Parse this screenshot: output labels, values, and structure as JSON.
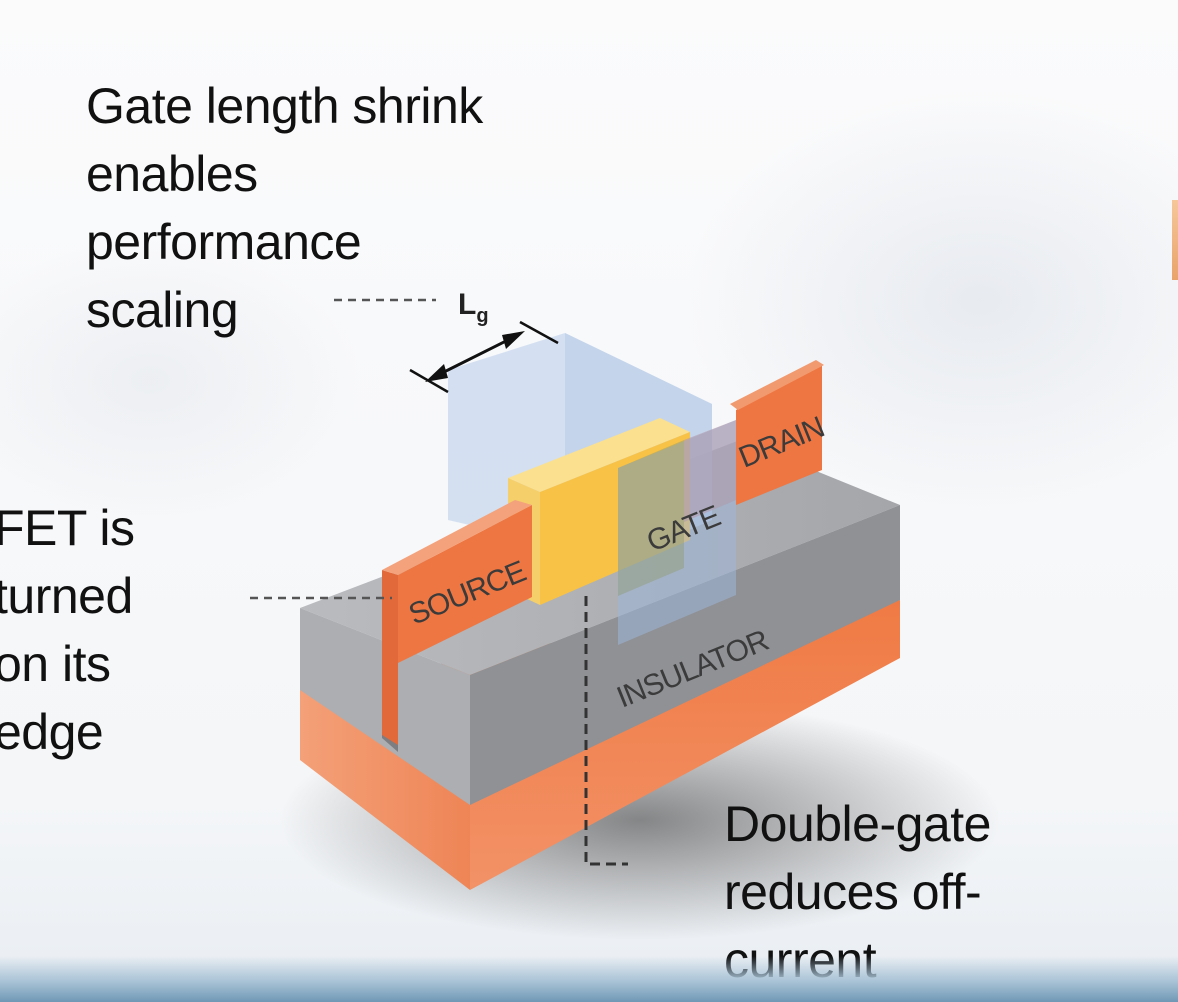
{
  "captions": {
    "gate_length": [
      "Gate length shrink",
      "enables",
      "performance",
      "scaling"
    ],
    "finfet": [
      "FET is",
      "turned",
      "on its",
      "edge"
    ],
    "double_gate": [
      "Double-gate",
      "reduces off-",
      "current"
    ]
  },
  "labels": {
    "source": "SOURCE",
    "drain": "DRAIN",
    "gate": "GATE",
    "insulator": "INSULATOR",
    "lg_main": "L",
    "lg_sub": "g"
  },
  "colors": {
    "orange": "#ef7a45",
    "orange_dark": "#d9602f",
    "gray": "#9c9ea2",
    "gray_dark": "#7f8185",
    "gate_yellow": "#f7c246",
    "gate_overlay": "#c5d6ec"
  }
}
